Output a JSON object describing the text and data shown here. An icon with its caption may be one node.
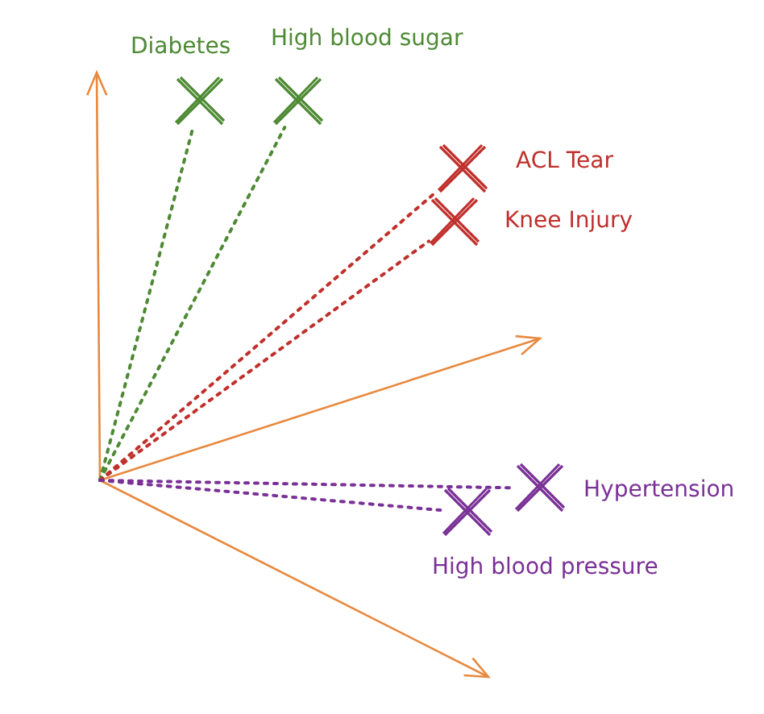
{
  "diagram": {
    "nodes": [
      {
        "text": [],
        "shape": "cross",
        "beside": [
          "Diabetes"
        ]
      },
      {
        "text": [],
        "shape": "cross",
        "beside": [
          "High blood sugar"
        ]
      },
      {
        "text": [],
        "shape": "cross",
        "beside": [
          "ACL Tear"
        ]
      },
      {
        "text": [],
        "shape": "cross",
        "beside": [
          "Knee Injury"
        ]
      },
      {
        "text": [],
        "shape": "cross",
        "beside": [
          "Hypertension"
        ]
      },
      {
        "text": [],
        "shape": "cross",
        "beside": [
          "High blood pressure"
        ]
      }
    ],
    "edges": [
      {
        "from": null,
        "to": 0,
        "arrow": "none",
        "style": "dashed",
        "color": "#4e8a34"
      },
      {
        "from": null,
        "to": 1,
        "arrow": "none",
        "style": "dashed",
        "color": "#4e8a34"
      },
      {
        "from": null,
        "to": 2,
        "arrow": "none",
        "style": "dashed",
        "color": "#c0302c"
      },
      {
        "from": null,
        "to": 3,
        "arrow": "none",
        "style": "dashed",
        "color": "#c0302c"
      },
      {
        "from": null,
        "to": 4,
        "arrow": "none",
        "style": "dashed",
        "color": "#7a3196"
      },
      {
        "from": null,
        "to": 5,
        "arrow": "none",
        "style": "dashed",
        "color": "#7a3196"
      }
    ]
  }
}
